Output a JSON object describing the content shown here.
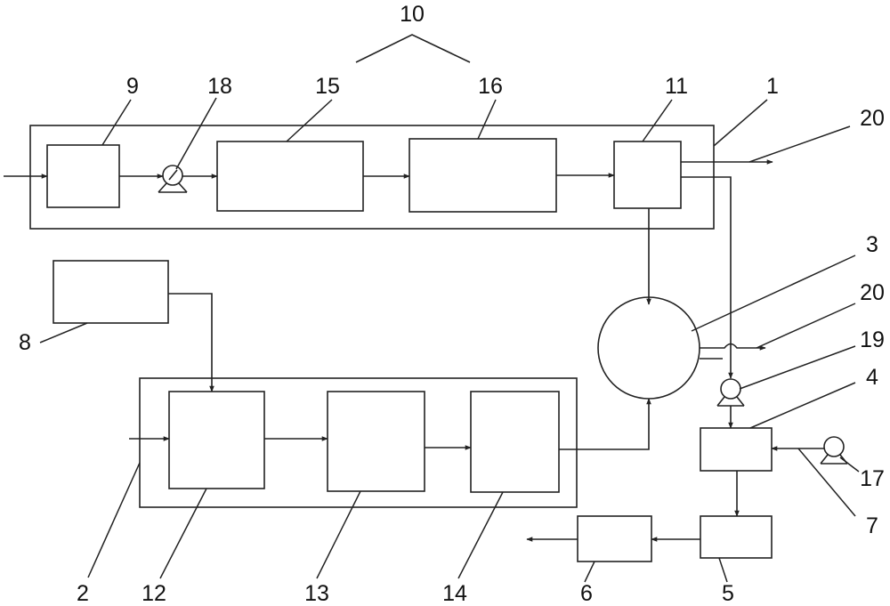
{
  "labels": {
    "l1": "1",
    "l2": "2",
    "l3": "3",
    "l4": "4",
    "l5": "5",
    "l6": "6",
    "l7": "7",
    "l8": "8",
    "l9": "9",
    "l10": "10",
    "l11": "11",
    "l12": "12",
    "l13": "13",
    "l14": "14",
    "l15": "15",
    "l16": "16",
    "l17": "17",
    "l18": "18",
    "l19": "19",
    "l20a": "20",
    "l20b": "20"
  }
}
